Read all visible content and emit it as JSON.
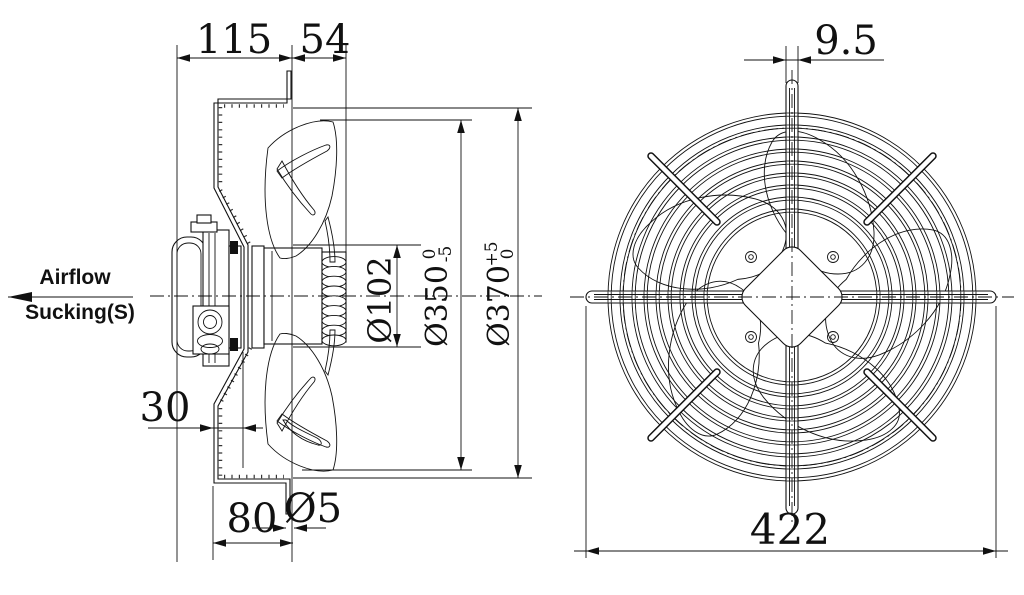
{
  "drawing": {
    "side_view": {
      "airflow_line1": "Airflow",
      "airflow_line2": "Sucking(S)",
      "dim_115": "115",
      "dim_54": "54",
      "dim_hub_diameter": "Ø102",
      "dim_blade_diameter": "Ø350",
      "dim_blade_tol_upper": "0",
      "dim_blade_tol_lower": "-5",
      "dim_mouth_diameter": "Ø370",
      "dim_mouth_tol_upper": "+5",
      "dim_mouth_tol_lower": "0",
      "dim_30": "30",
      "dim_80": "80",
      "dim_hole_diameter": "Ø5"
    },
    "front_view": {
      "dim_spoke_width": "9.5",
      "dim_overall_size": "422"
    }
  }
}
